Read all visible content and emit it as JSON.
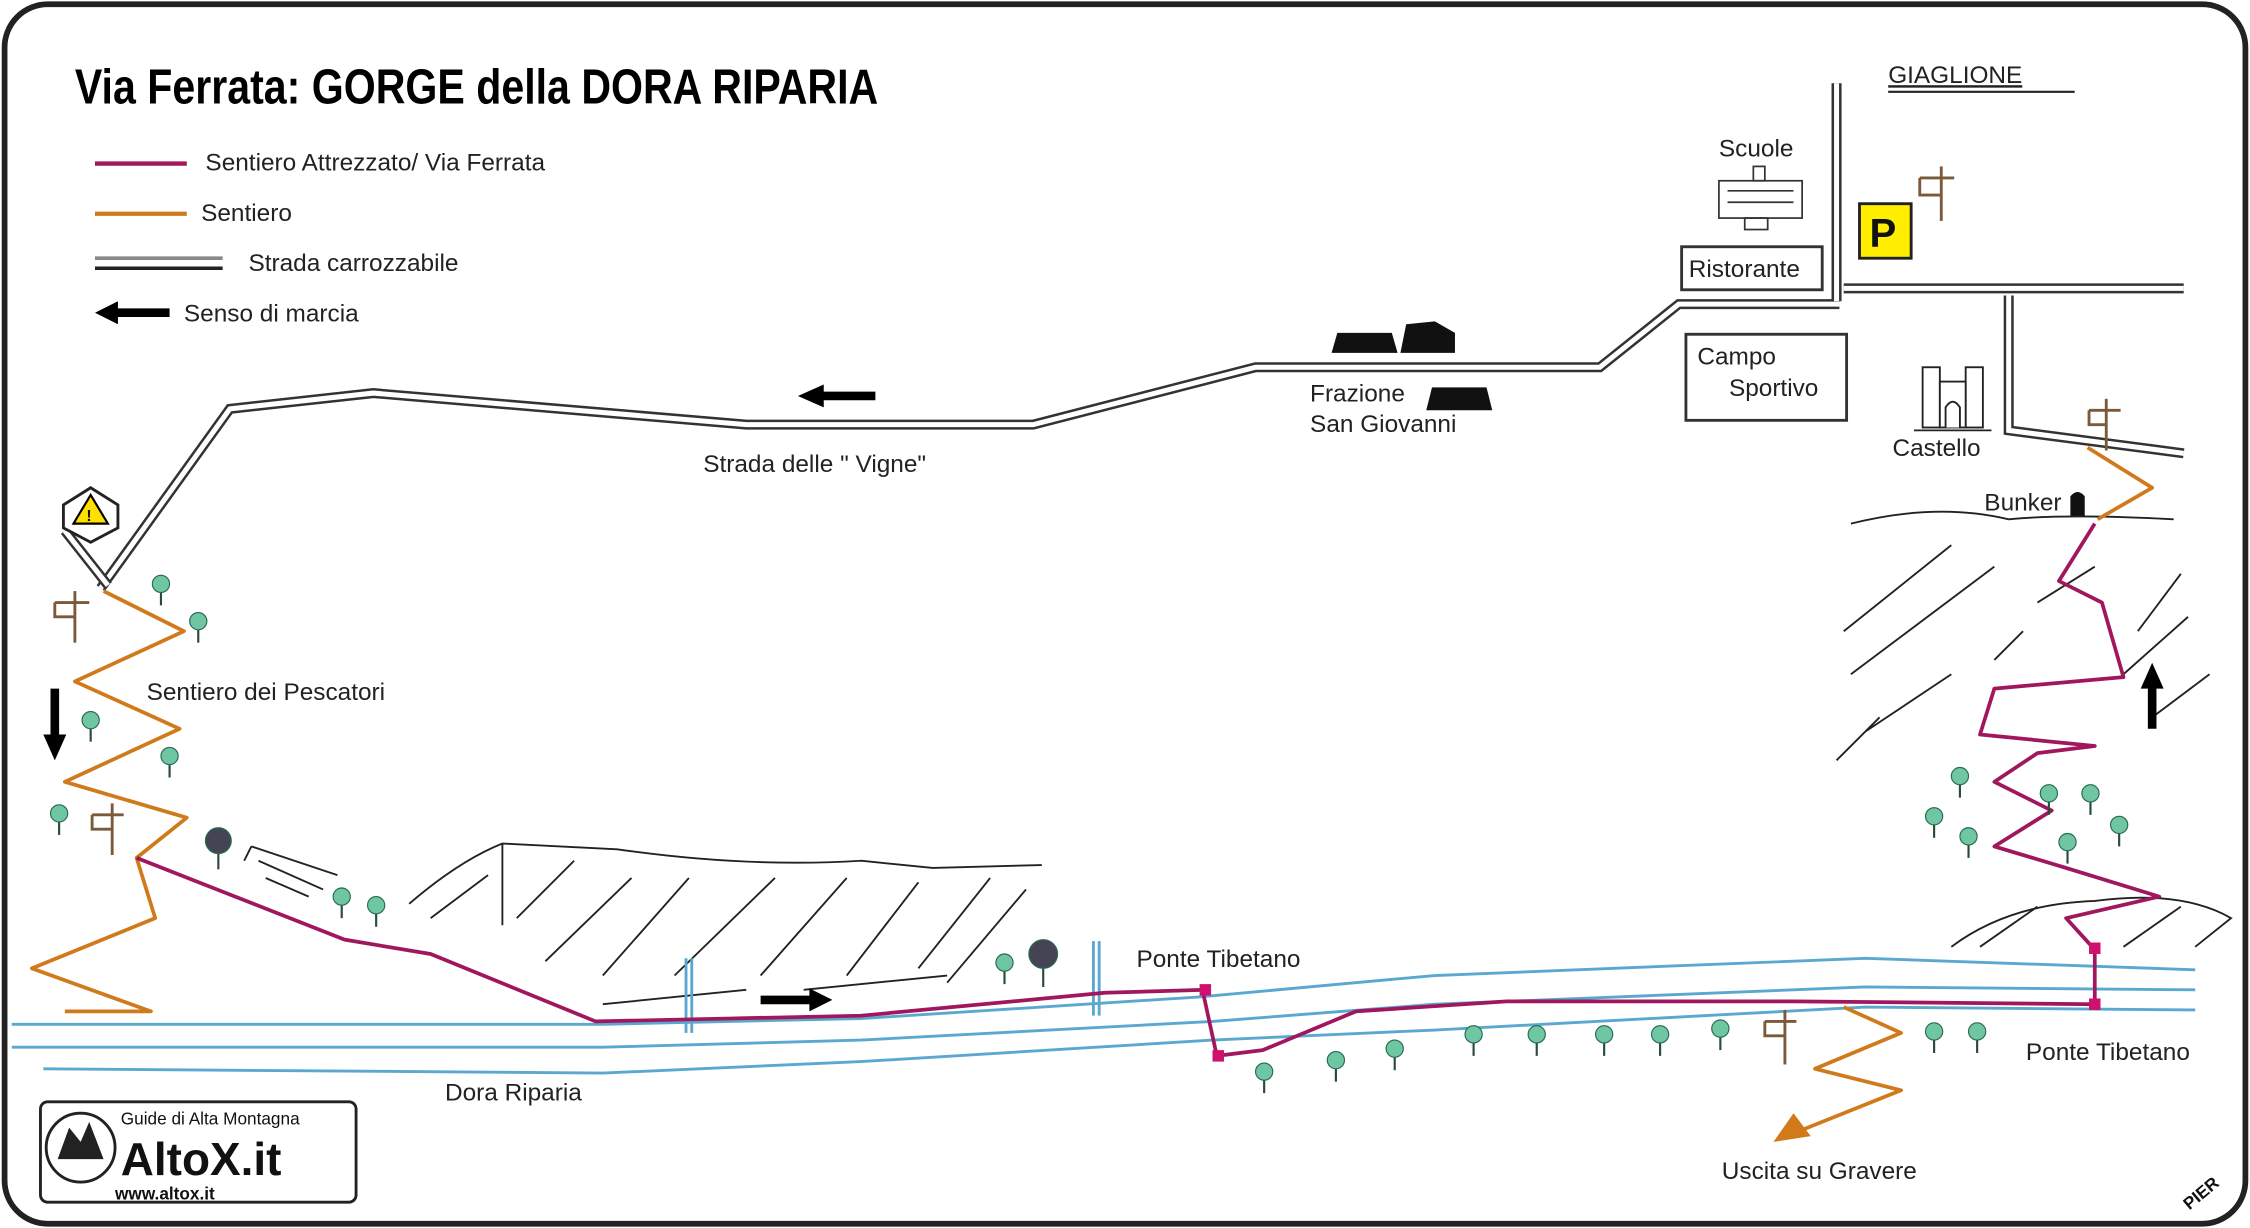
{
  "title": "Via Ferrata:  GORGE della DORA RIPARIA",
  "legend": [
    {
      "label": "Sentiero Attrezzato/ Via Ferrata",
      "color": "#a0175e"
    },
    {
      "label": "Sentiero",
      "color": "#d07a1c"
    },
    {
      "label": "Strada carrozzabile",
      "color": "#333333"
    },
    {
      "label": "Senso di marcia",
      "color": "#000000"
    }
  ],
  "places": {
    "town": "GIAGLIONE",
    "school": "Scuole",
    "restaurant": "Ristorante",
    "sports_field_1": "Campo",
    "sports_field_2": "Sportivo",
    "castle": "Castello",
    "bunker": "Bunker",
    "hamlet_1": "Frazione",
    "hamlet_2": "San Giovanni",
    "road": "Strada delle \" Vigne\"",
    "fishermen_path": "Sentiero dei Pescatori",
    "bridge_1": "Ponte Tibetano",
    "bridge_2": "Ponte Tibetano",
    "river": "Dora Riparia",
    "exit": "Uscita su Gravere",
    "parking": "P"
  },
  "logo": {
    "tagline": "Guide di Alta Montagna",
    "name": "AltoX.it",
    "url": "www.altox.it"
  },
  "signature": "PIER",
  "colors": {
    "parking": "#ffee00",
    "river": "#5aa8cf",
    "trees": "#6fc6a2"
  }
}
